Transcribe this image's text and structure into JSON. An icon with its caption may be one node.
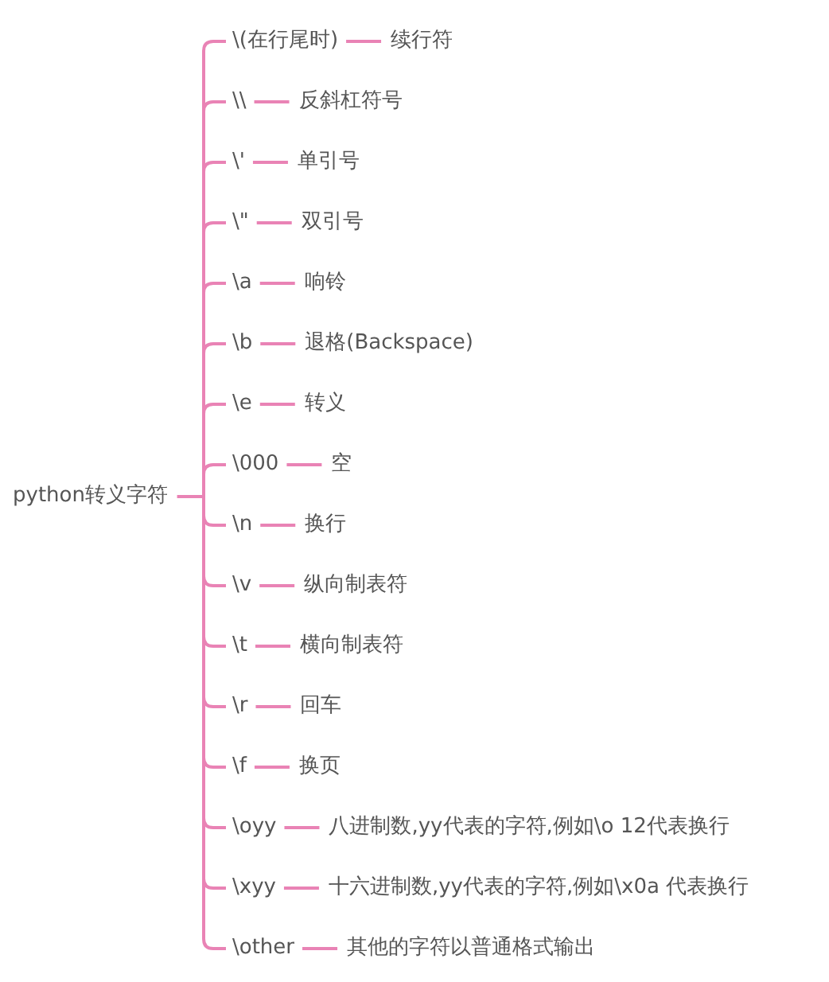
{
  "diagram": {
    "nodes": [
      {
        "text": [
          "python转义字符"
        ]
      },
      {
        "text": [
          "\\(在行尾时)"
        ]
      },
      {
        "text": [
          "续行符"
        ]
      },
      {
        "text": [
          "\\\\"
        ]
      },
      {
        "text": [
          "反斜杠符号"
        ]
      },
      {
        "text": [
          "\\'"
        ]
      },
      {
        "text": [
          "单引号"
        ]
      },
      {
        "text": [
          "\\\""
        ]
      },
      {
        "text": [
          "双引号"
        ]
      },
      {
        "text": [
          "\\a"
        ]
      },
      {
        "text": [
          "响铃"
        ]
      },
      {
        "text": [
          "\\b"
        ]
      },
      {
        "text": [
          "退格(Backspace)"
        ]
      },
      {
        "text": [
          "\\e"
        ]
      },
      {
        "text": [
          "转义"
        ]
      },
      {
        "text": [
          "\\000"
        ]
      },
      {
        "text": [
          "空"
        ]
      },
      {
        "text": [
          "\\n"
        ]
      },
      {
        "text": [
          "换行"
        ]
      },
      {
        "text": [
          "\\v"
        ]
      },
      {
        "text": [
          "纵向制表符"
        ]
      },
      {
        "text": [
          "\\t"
        ]
      },
      {
        "text": [
          "横向制表符"
        ]
      },
      {
        "text": [
          "\\r"
        ]
      },
      {
        "text": [
          "回车"
        ]
      },
      {
        "text": [
          "\\f"
        ]
      },
      {
        "text": [
          "换页"
        ]
      },
      {
        "text": [
          "\\oyy"
        ]
      },
      {
        "text": [
          "八进制数,yy代表的字符,例如\\o 12代表换行"
        ]
      },
      {
        "text": [
          "\\xyy"
        ]
      },
      {
        "text": [
          "十六进制数,yy代表的字符,例如\\x0a 代表换行"
        ]
      },
      {
        "text": [
          "\\other"
        ]
      },
      {
        "text": [
          "其他的字符以普通格式输出"
        ]
      }
    ],
    "edges": [
      {
        "from": 0,
        "to": 1,
        "arrow": "none"
      },
      {
        "from": 1,
        "to": 2,
        "arrow": "none"
      },
      {
        "from": 0,
        "to": 3,
        "arrow": "none"
      },
      {
        "from": 3,
        "to": 4,
        "arrow": "none"
      },
      {
        "from": 0,
        "to": 5,
        "arrow": "none"
      },
      {
        "from": 5,
        "to": 6,
        "arrow": "none"
      },
      {
        "from": 0,
        "to": 7,
        "arrow": "none"
      },
      {
        "from": 7,
        "to": 8,
        "arrow": "none"
      },
      {
        "from": 0,
        "to": 9,
        "arrow": "none"
      },
      {
        "from": 9,
        "to": 10,
        "arrow": "none"
      },
      {
        "from": 0,
        "to": 11,
        "arrow": "none"
      },
      {
        "from": 11,
        "to": 12,
        "arrow": "none"
      },
      {
        "from": 0,
        "to": 13,
        "arrow": "none"
      },
      {
        "from": 13,
        "to": 14,
        "arrow": "none"
      },
      {
        "from": 0,
        "to": 15,
        "arrow": "none"
      },
      {
        "from": 15,
        "to": 16,
        "arrow": "none"
      },
      {
        "from": 0,
        "to": 17,
        "arrow": "none"
      },
      {
        "from": 17,
        "to": 18,
        "arrow": "none"
      },
      {
        "from": 0,
        "to": 19,
        "arrow": "none"
      },
      {
        "from": 19,
        "to": 20,
        "arrow": "none"
      },
      {
        "from": 0,
        "to": 21,
        "arrow": "none"
      },
      {
        "from": 21,
        "to": 22,
        "arrow": "none"
      },
      {
        "from": 0,
        "to": 23,
        "arrow": "none"
      },
      {
        "from": 23,
        "to": 24,
        "arrow": "none"
      },
      {
        "from": 0,
        "to": 25,
        "arrow": "none"
      },
      {
        "from": 25,
        "to": 26,
        "arrow": "none"
      },
      {
        "from": 0,
        "to": 27,
        "arrow": "none"
      },
      {
        "from": 27,
        "to": 28,
        "arrow": "none"
      },
      {
        "from": 0,
        "to": 29,
        "arrow": "none"
      },
      {
        "from": 29,
        "to": 30,
        "arrow": "none"
      },
      {
        "from": 0,
        "to": 31,
        "arrow": "none"
      },
      {
        "from": 31,
        "to": 32,
        "arrow": "none"
      }
    ]
  }
}
